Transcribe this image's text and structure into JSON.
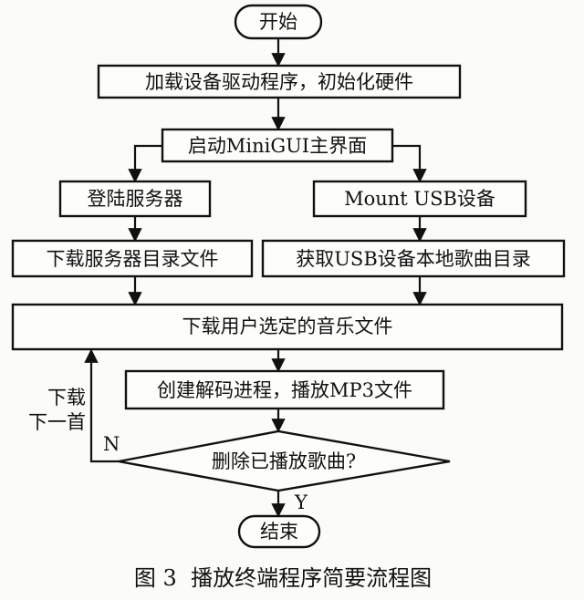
{
  "flowchart": {
    "nodes": {
      "start": "开始",
      "init": "加载设备驱动程序，初始化硬件",
      "gui": "启动MiniGUI主界面",
      "login": "登陆服务器",
      "mount": "Mount USB设备",
      "download_dir": "下载服务器目录文件",
      "local_dir": "获取USB设备本地歌曲目录",
      "download_music": "下载用户选定的音乐文件",
      "decode": "创建解码进程，播放MP3文件",
      "decision": "删除已播放歌曲?",
      "end": "结束"
    },
    "edge_labels": {
      "no": "N",
      "yes": "Y",
      "next_line1": "下载",
      "next_line2": "下一首"
    },
    "caption": "图 3  播放终端程序简要流程图"
  }
}
